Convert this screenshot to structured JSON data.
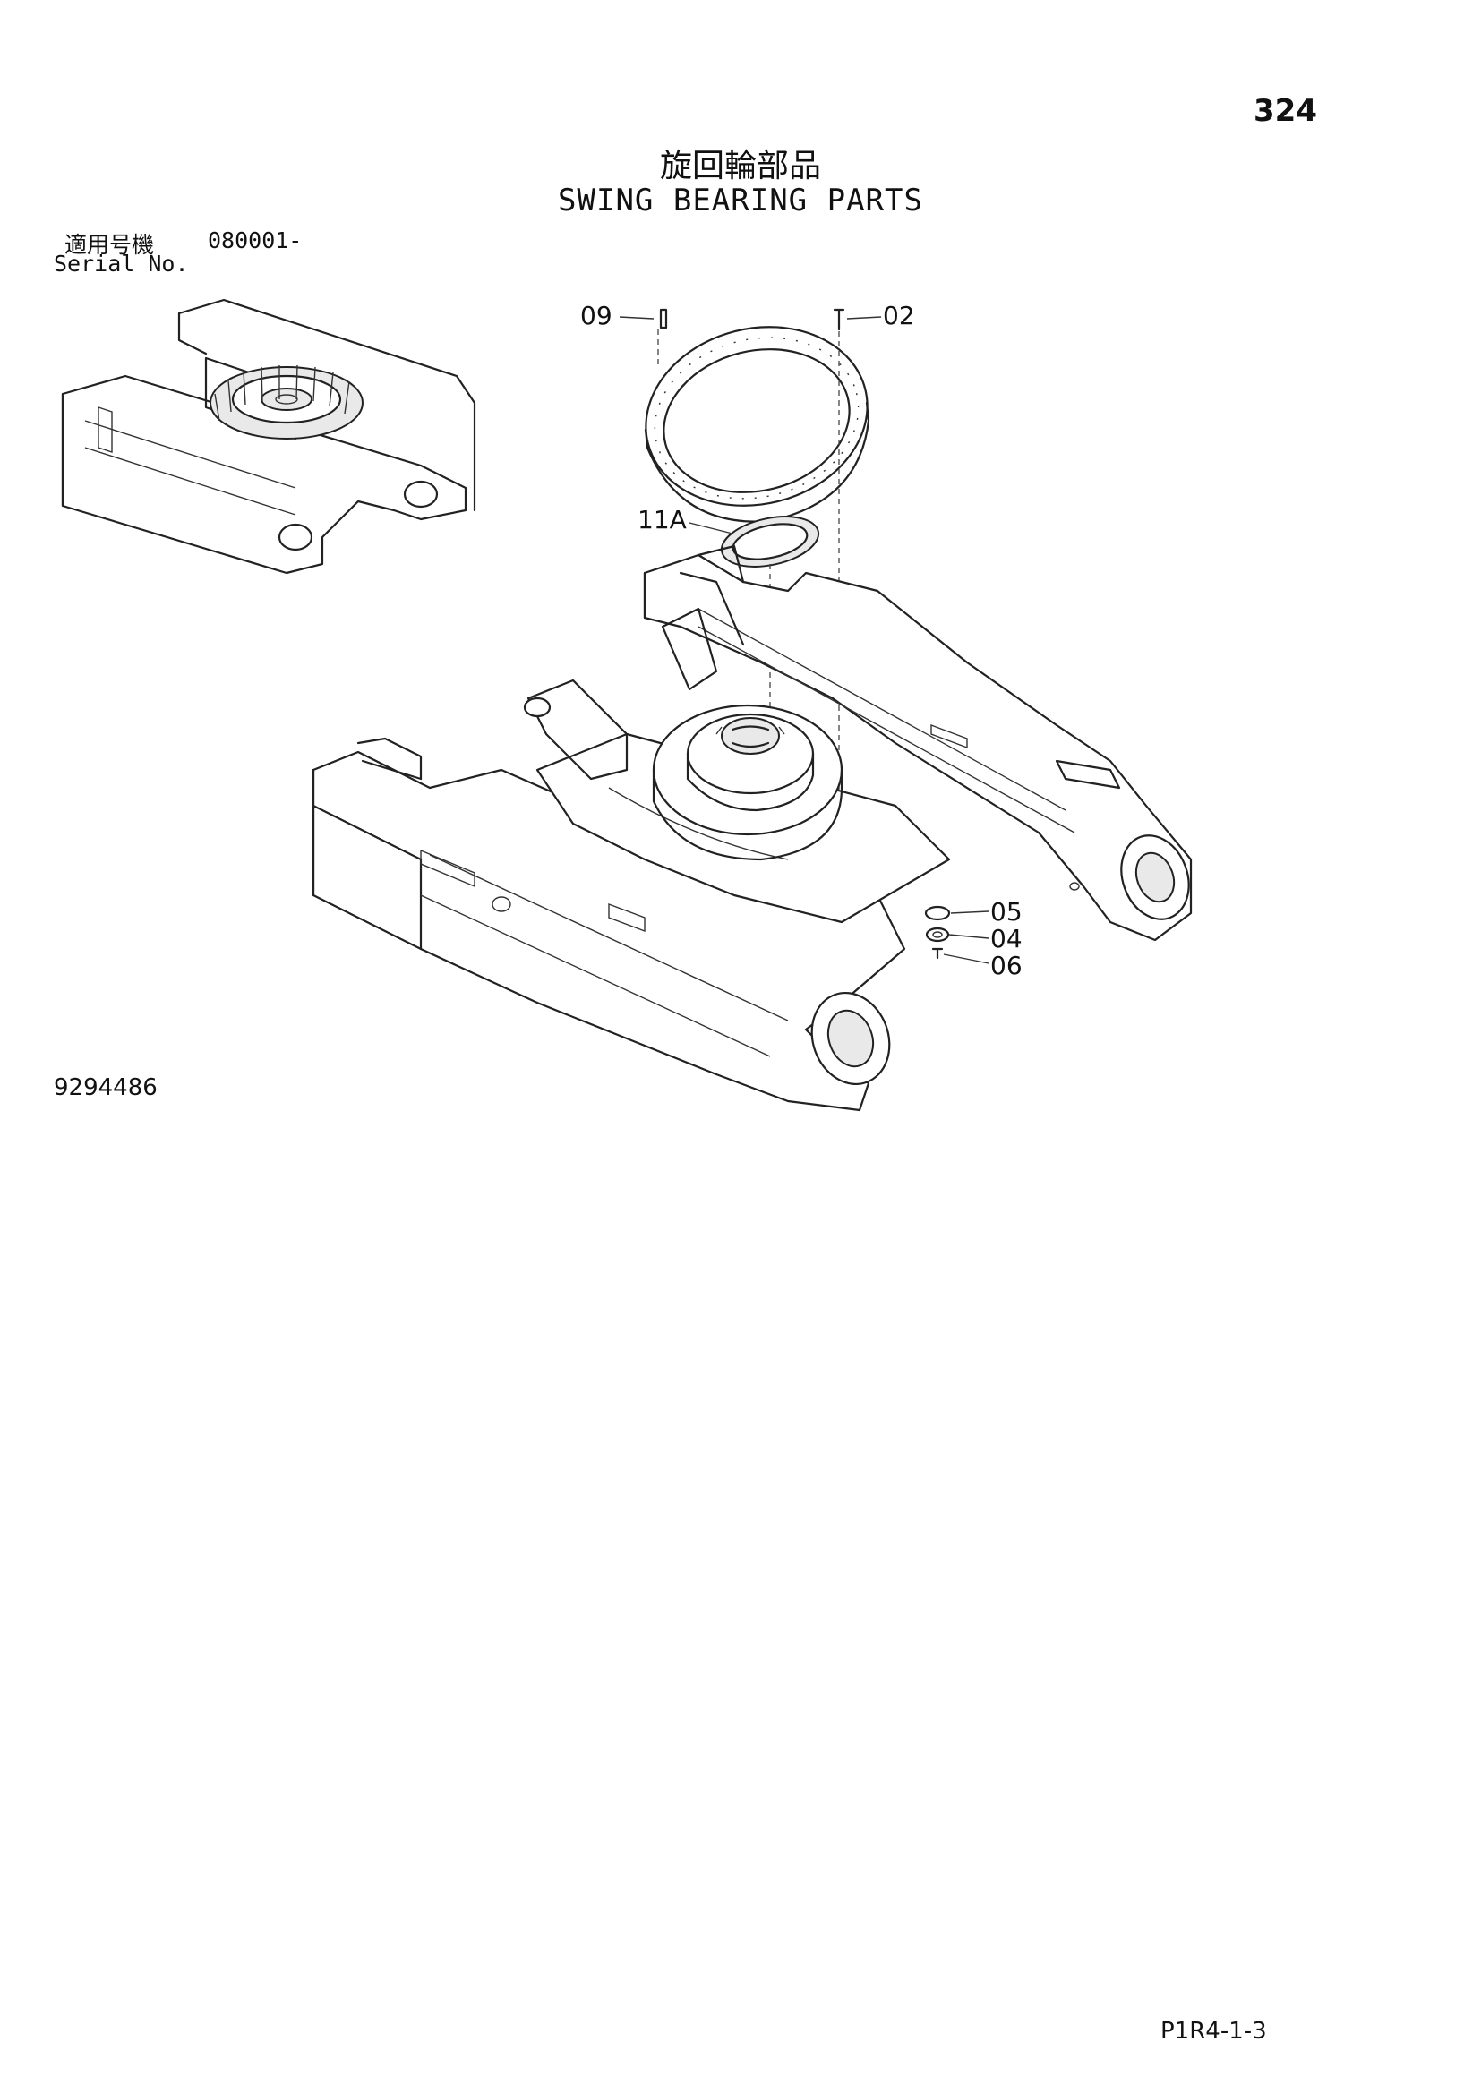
{
  "header": {
    "page_number": "324",
    "title_ja": "旋回輪部品",
    "title_en": "SWING BEARING PARTS"
  },
  "serial": {
    "label_ja": "適用号機",
    "range": "080001-",
    "label_en": "Serial No."
  },
  "callouts": [
    {
      "id": "09",
      "label": "09"
    },
    {
      "id": "02",
      "label": "02"
    },
    {
      "id": "11A",
      "label": "11A"
    },
    {
      "id": "05",
      "label": "05"
    },
    {
      "id": "04",
      "label": "04"
    },
    {
      "id": "06",
      "label": "06"
    }
  ],
  "footer": {
    "figure_number": "9294486",
    "group_code": "P1R4-1-3"
  }
}
